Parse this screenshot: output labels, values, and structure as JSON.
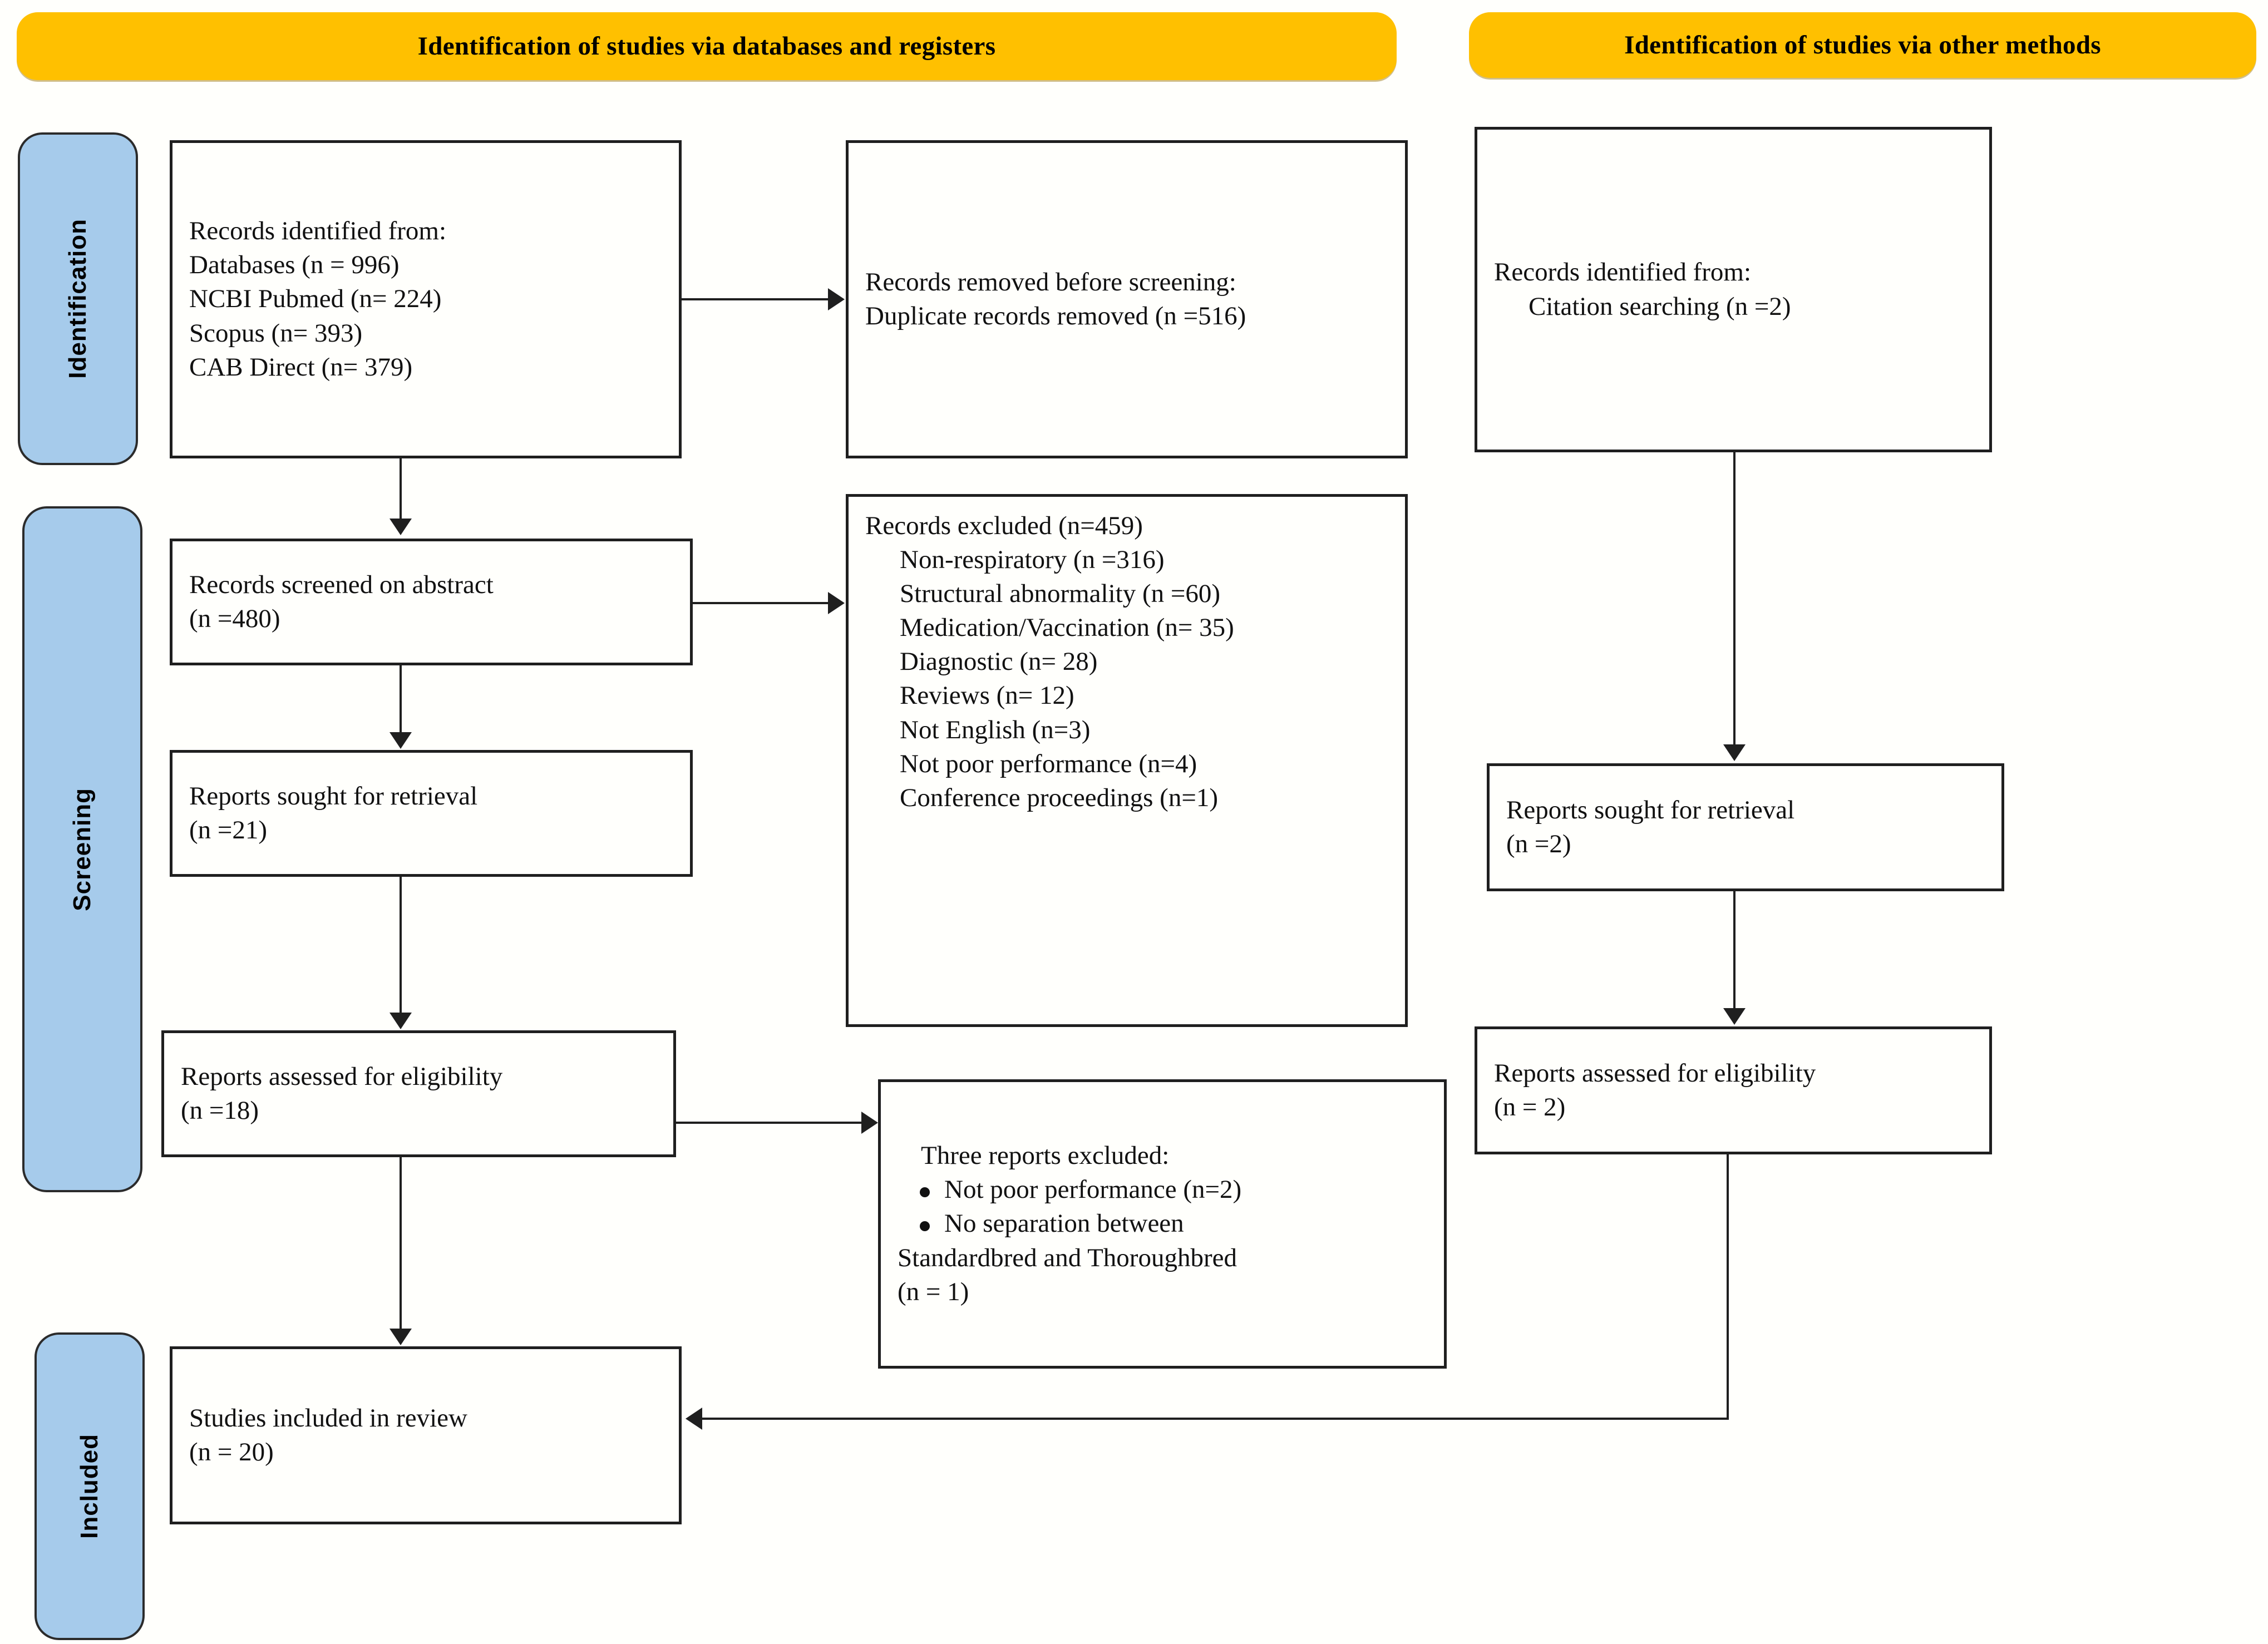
{
  "banners": {
    "databases": "Identification of studies via databases and registers",
    "other": "Identification of studies via other methods"
  },
  "stages": {
    "identification": "Identification",
    "screening": "Screening",
    "included": "Included"
  },
  "databases_column": {
    "identified": {
      "title": "Records identified from:",
      "lines": [
        "Databases (n = 996)",
        "NCBI Pubmed (n= 224)",
        "Scopus (n= 393)",
        "CAB Direct (n= 379)"
      ]
    },
    "removed": {
      "title": "Records removed before screening:",
      "lines": [
        "Duplicate records removed (n =516)"
      ]
    },
    "screened": {
      "title": "Records screened on abstract",
      "count": "(n =480)"
    },
    "excluded": {
      "title": "Records excluded (n=459)",
      "reasons": [
        "Non-respiratory (n =316)",
        "Structural abnormality (n =60)",
        "Medication/Vaccination (n= 35)",
        "Diagnostic (n= 28)",
        "Reviews (n= 12)",
        "Not English (n=3)",
        "Not poor performance (n=4)",
        "Conference proceedings (n=1)"
      ]
    },
    "sought": {
      "title": "Reports sought for retrieval",
      "count": "(n =21)"
    },
    "assessed": {
      "title": "Reports assessed for eligibility",
      "count": "(n =18)"
    },
    "three_excluded": {
      "title": "Three reports excluded:",
      "bullets": [
        "Not poor performance (n=2)",
        "No separation between"
      ],
      "continuation": "Standardbred and Thoroughbred",
      "count": "(n = 1)"
    },
    "included": {
      "title": "Studies included in review",
      "count": "(n = 20)"
    }
  },
  "other_column": {
    "identified": {
      "title": "Records identified from:",
      "lines": [
        "Citation searching (n =2)"
      ]
    },
    "sought": {
      "title": "Reports sought for retrieval",
      "count": "(n =2)"
    },
    "assessed": {
      "title": "Reports assessed for eligibility",
      "count": "(n = 2)"
    }
  },
  "colors": {
    "banner_yellow": "#FFC000",
    "stage_blue": "#A6CBEB",
    "box_border": "#1f1f1f",
    "page_background": "#fffffc"
  },
  "chart_data": {
    "type": "diagram",
    "title": "PRISMA 2020 flow diagram",
    "nodes": [
      {
        "id": "db-identified",
        "label": "Records identified from: Databases (n = 996); NCBI Pubmed (n= 224); Scopus (n= 393); CAB Direct (n= 379)",
        "n": 996
      },
      {
        "id": "db-removed",
        "label": "Records removed before screening: Duplicate records removed (n =516)",
        "n": 516
      },
      {
        "id": "db-screened",
        "label": "Records screened on abstract (n =480)",
        "n": 480
      },
      {
        "id": "db-excluded",
        "label": "Records excluded (n=459)",
        "n": 459
      },
      {
        "id": "db-sought",
        "label": "Reports sought for retrieval (n =21)",
        "n": 21
      },
      {
        "id": "db-assessed",
        "label": "Reports assessed for eligibility (n =18)",
        "n": 18
      },
      {
        "id": "db-three-exc",
        "label": "Three reports excluded",
        "n": 3
      },
      {
        "id": "db-included",
        "label": "Studies included in review (n = 20)",
        "n": 20
      },
      {
        "id": "ot-identified",
        "label": "Records identified from: Citation searching (n =2)",
        "n": 2
      },
      {
        "id": "ot-sought",
        "label": "Reports sought for retrieval (n =2)",
        "n": 2
      },
      {
        "id": "ot-assessed",
        "label": "Reports assessed for eligibility (n = 2)",
        "n": 2
      }
    ],
    "edges": [
      {
        "from": "db-identified",
        "to": "db-removed"
      },
      {
        "from": "db-identified",
        "to": "db-screened"
      },
      {
        "from": "db-screened",
        "to": "db-excluded"
      },
      {
        "from": "db-screened",
        "to": "db-sought"
      },
      {
        "from": "db-sought",
        "to": "db-assessed"
      },
      {
        "from": "db-assessed",
        "to": "db-three-exc"
      },
      {
        "from": "db-assessed",
        "to": "db-included"
      },
      {
        "from": "ot-identified",
        "to": "ot-sought"
      },
      {
        "from": "ot-sought",
        "to": "ot-assessed"
      },
      {
        "from": "ot-assessed",
        "to": "db-included"
      }
    ]
  }
}
